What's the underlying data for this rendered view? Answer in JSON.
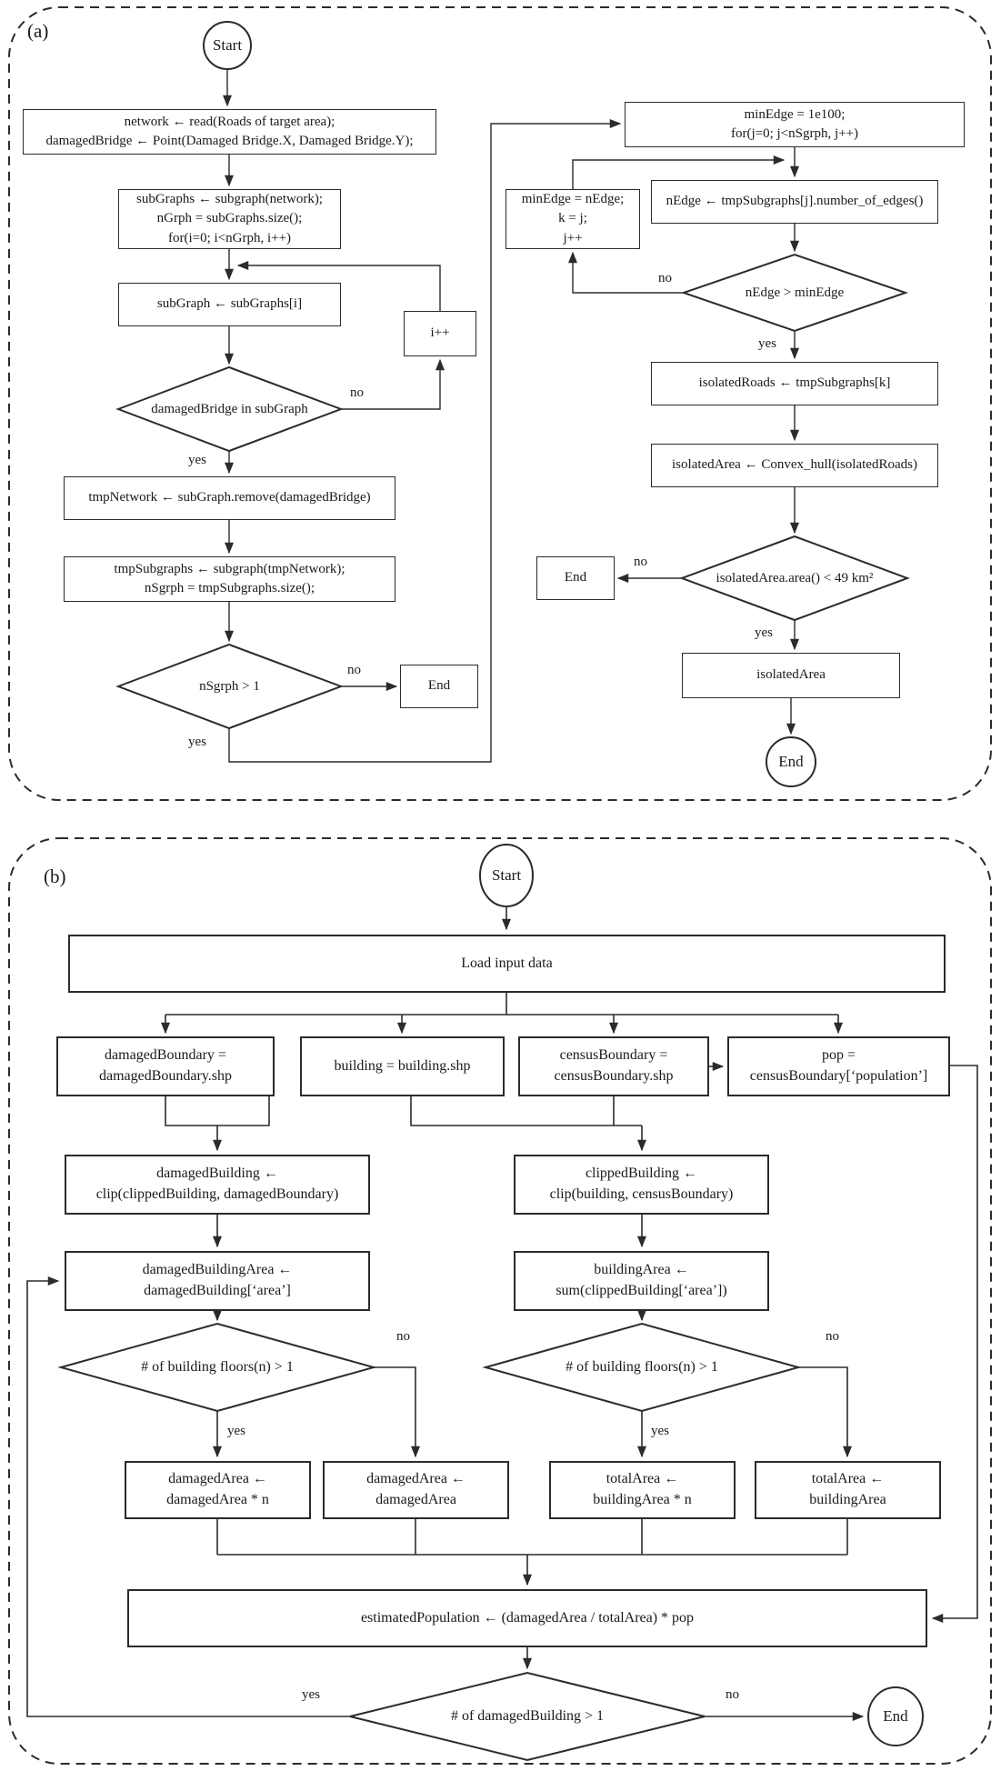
{
  "figure": {
    "labels": {
      "yes": "yes",
      "no": "no"
    },
    "colors": {
      "line": "#2b2b2b",
      "background": "#ffffff",
      "text": "#1a1a1a"
    },
    "panel_a": {
      "label": "(a)",
      "nodes": {
        "start": "Start",
        "read_network": "network ← read(Roads of target area);\ndamagedBridge ← Point(Damaged Bridge.X, Damaged Bridge.Y);",
        "subgraphs": "subGraphs ← subgraph(network);\nnGrph = subGraphs.size();\nfor(i=0; i<nGrph, i++)",
        "subgraph_i": "subGraph ← subGraphs[i]",
        "increment_i": "i++",
        "decision_bridge": "damagedBridge in subGraph",
        "tmp_network": "tmpNetwork ← subGraph.remove(damagedBridge)",
        "tmp_subgraphs": "tmpSubgraphs ← subgraph(tmpNetwork);\nnSgrph = tmpSubgraphs.size();",
        "decision_nsgrph": "nSgrph > 1",
        "end_box_left": "End",
        "min_edge_init": "minEdge = 1e100;\nfor(j=0; j<nSgrph, j++)",
        "n_edge": "nEdge ← tmpSubgraphs[j].number_of_edges()",
        "update_min_edge": "minEdge = nEdge;\nk = j;\nj++",
        "decision_edge": "nEdge > minEdge",
        "isolated_roads": "isolatedRoads ← tmpSubgraphs[k]",
        "convex_hull": "isolatedArea ← Convex_hull(isolatedRoads)",
        "decision_area": "isolatedArea.area() < 49 km²",
        "end_box_right": "End",
        "isolated_area": "isolatedArea",
        "end_circle": "End"
      }
    },
    "panel_b": {
      "label": "(b)",
      "nodes": {
        "start": "Start",
        "load": "Load input data",
        "damaged_boundary": "damagedBoundary =\ndamagedBoundary.shp",
        "building": "building = building.shp",
        "census_boundary": "censusBoundary =\ncensusBoundary.shp",
        "pop": "pop =\ncensusBoundary[‘population’]",
        "damaged_building": "damagedBuilding ←\nclip(clippedBuilding, damagedBoundary)",
        "damaged_building_area": "damagedBuildingArea ←\ndamagedBuilding[‘area’]",
        "clipped_building": "clippedBuilding ←\nclip(building, censusBoundary)",
        "building_area": "buildingArea ←\nsum(clippedBuilding[‘area’])",
        "decision_floors_left": "# of building floors(n) > 1",
        "decision_floors_right": "# of building floors(n) > 1",
        "damaged_area_n": "damagedArea ←\ndamagedArea * n",
        "damaged_area": "damagedArea ←\ndamagedArea",
        "total_area_n": "totalArea ←\nbuildingArea * n",
        "total_area": "totalArea ←\nbuildingArea",
        "estimated_population": "estimatedPopulation ← (damagedArea / totalArea) * pop",
        "decision_damaged": "# of damagedBuilding > 1",
        "end_circle": "End"
      }
    }
  }
}
